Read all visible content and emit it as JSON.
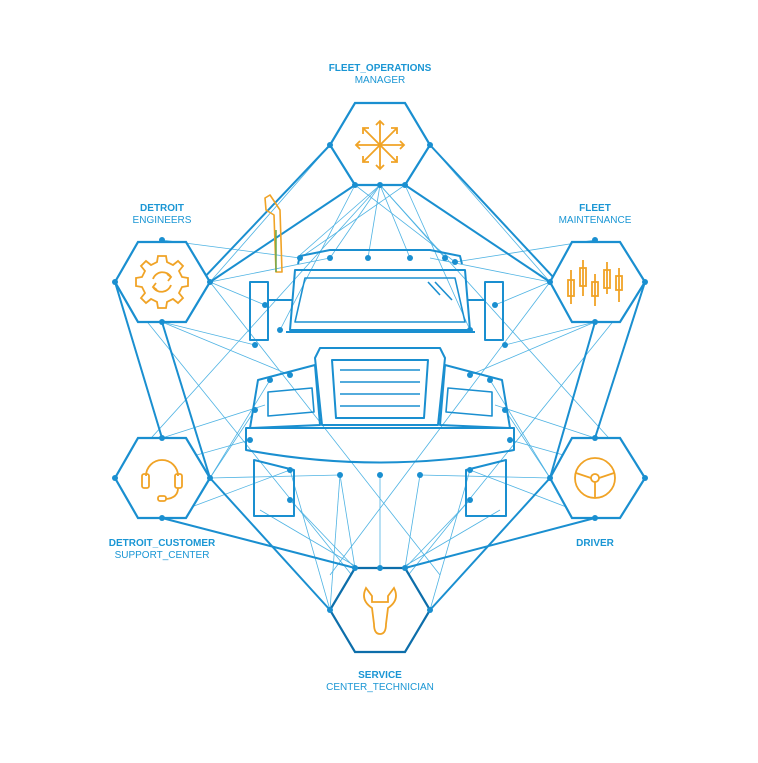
{
  "colors": {
    "primary": "#1a8fd0",
    "light": "#4fb3e3",
    "dark": "#0d6eaa",
    "accent": "#f0a326",
    "green": "#6aa84f"
  },
  "nodes": [
    {
      "id": "fleet_ops",
      "title": "FLEET_OPERATIONS",
      "subtitle": "MANAGER",
      "icon": "arrows-burst-icon"
    },
    {
      "id": "fleet_maint",
      "title": "FLEET",
      "subtitle": "MAINTENANCE",
      "icon": "candlestick-chart-icon"
    },
    {
      "id": "driver",
      "title": "DRIVER",
      "subtitle": "",
      "icon": "steering-wheel-icon"
    },
    {
      "id": "service",
      "title": "SERVICE",
      "subtitle": "CENTER_TECHNICIAN",
      "icon": "wrench-icon"
    },
    {
      "id": "support",
      "title": "DETROIT_CUSTOMER",
      "subtitle": "SUPPORT_CENTER",
      "icon": "headset-icon"
    },
    {
      "id": "engineers",
      "title": "DETROIT",
      "subtitle": "ENGINEERS",
      "icon": "gear-cycle-icon"
    }
  ]
}
